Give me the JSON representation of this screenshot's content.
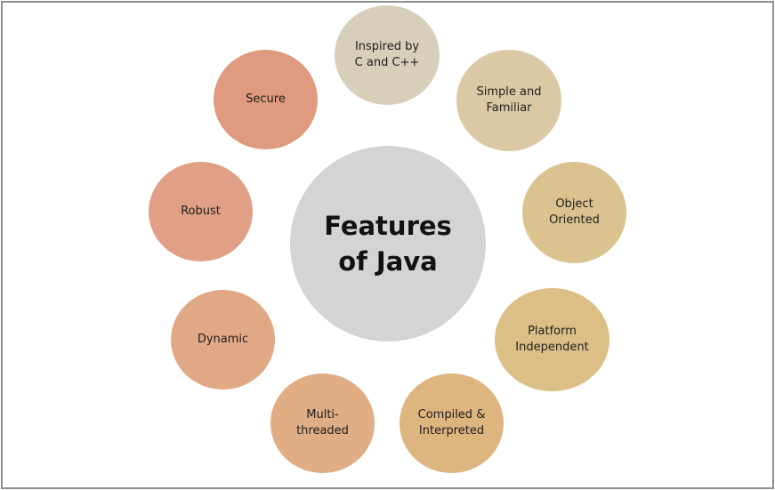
{
  "center": {
    "line1": "Features",
    "line2": "of Java",
    "color": "#d4d4d4"
  },
  "features": [
    {
      "line1": "Inspired by",
      "line2": "C and C++",
      "color": "#d8cfba"
    },
    {
      "line1": "Simple and",
      "line2": "Familiar",
      "color": "#dac9a4"
    },
    {
      "line1": "Object",
      "line2": "Oriented",
      "color": "#dbc38f"
    },
    {
      "line1": "Platform",
      "line2": "Independent",
      "color": "#dcbe87"
    },
    {
      "line1": "Compiled &",
      "line2": "Interpreted",
      "color": "#deb47f"
    },
    {
      "line1": "Multi-",
      "line2": "threaded",
      "color": "#e0ad85"
    },
    {
      "line1": "Dynamic",
      "line2": "",
      "color": "#e1a886"
    },
    {
      "line1": "Robust",
      "line2": "",
      "color": "#e1a086"
    },
    {
      "line1": "Secure",
      "line2": "",
      "color": "#df9a7f"
    }
  ]
}
